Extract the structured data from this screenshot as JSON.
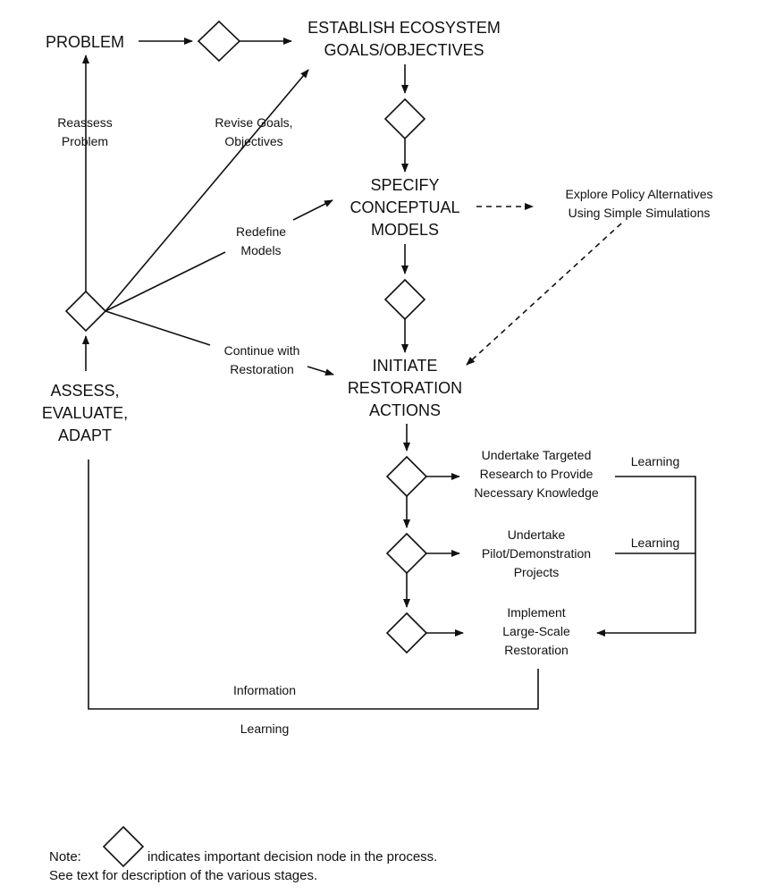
{
  "nodes": {
    "problem": "PROBLEM",
    "establish_1": "ESTABLISH ECOSYSTEM",
    "establish_2": "GOALS/OBJECTIVES",
    "specify_1": "SPECIFY",
    "specify_2": "CONCEPTUAL",
    "specify_3": "MODELS",
    "initiate_1": "INITIATE",
    "initiate_2": "RESTORATION",
    "initiate_3": "ACTIONS",
    "assess_1": "ASSESS,",
    "assess_2": "EVALUATE,",
    "assess_3": "ADAPT",
    "explore_1": "Explore Policy Alternatives",
    "explore_2": "Using Simple Simulations",
    "research_1": "Undertake Targeted",
    "research_2": "Research to Provide",
    "research_3": "Necessary Knowledge",
    "pilot_1": "Undertake",
    "pilot_2": "Pilot/Demonstration",
    "pilot_3": "Projects",
    "implement_1": "Implement",
    "implement_2": "Large-Scale",
    "implement_3": "Restoration"
  },
  "edge_labels": {
    "reassess_1": "Reassess",
    "reassess_2": "Problem",
    "revise_1": "Revise Goals,",
    "revise_2": "Objectives",
    "redefine_1": "Redefine",
    "redefine_2": "Models",
    "continue_1": "Continue with",
    "continue_2": "Restoration",
    "learning_research": "Learning",
    "learning_pilot": "Learning",
    "information": "Information",
    "learning_bottom": "Learning"
  },
  "note": {
    "prefix": "Note:",
    "suffix": "indicates important decision node in the process.",
    "line2": "See text for description of the various stages."
  }
}
